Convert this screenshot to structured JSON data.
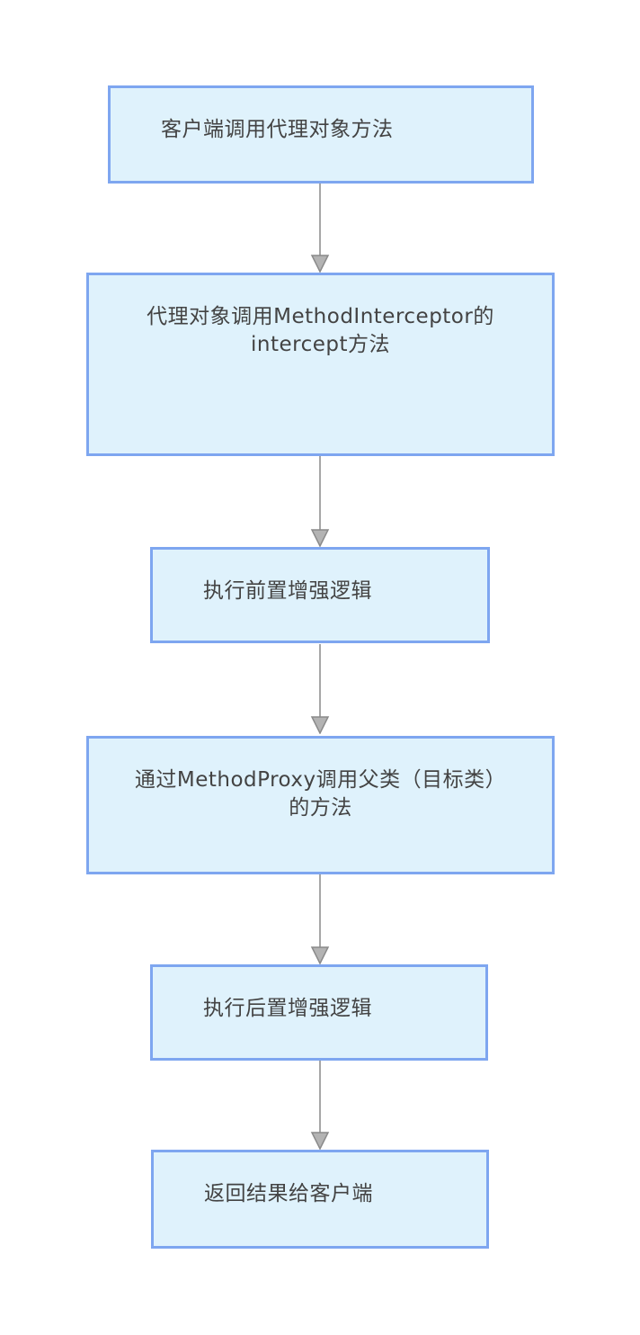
{
  "diagram": {
    "type": "flowchart",
    "direction": "top-down",
    "background_color": "#ffffff",
    "colors": {
      "node_fill": "#dff2fc",
      "node_border": "#7ea6f0",
      "edge_line": "#a6a6a6",
      "arrowhead_fill": "#b3b3b3",
      "arrowhead_stroke": "#8a8a8a",
      "text": "#434343"
    },
    "nodes": [
      {
        "id": "step-1",
        "label": "客户端调用代理对象方法"
      },
      {
        "id": "step-2",
        "label": "代理对象调用MethodInterceptor的\nintercept方法"
      },
      {
        "id": "step-3",
        "label": "执行前置增强逻辑"
      },
      {
        "id": "step-4",
        "label": "通过MethodProxy调用父类（目标类）\n的方法"
      },
      {
        "id": "step-5",
        "label": "执行后置增强逻辑"
      },
      {
        "id": "step-6",
        "label": "返回结果给客户端"
      }
    ],
    "edges": [
      {
        "from": "step-1",
        "to": "step-2",
        "style": "arrow-down"
      },
      {
        "from": "step-2",
        "to": "step-3",
        "style": "arrow-down"
      },
      {
        "from": "step-3",
        "to": "step-4",
        "style": "arrow-down"
      },
      {
        "from": "step-4",
        "to": "step-5",
        "style": "arrow-down"
      },
      {
        "from": "step-5",
        "to": "step-6",
        "style": "arrow-down"
      }
    ]
  }
}
